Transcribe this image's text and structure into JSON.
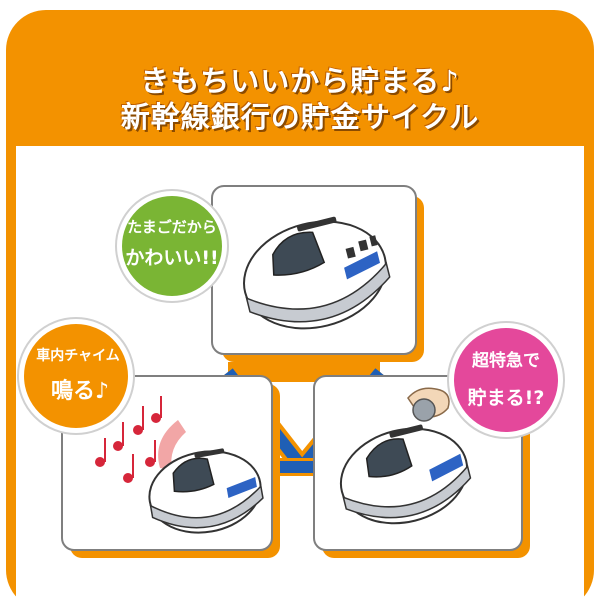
{
  "header": {
    "line1": "きもちいいから貯まる♪",
    "line2": "新幹線銀行の貯金サイクル"
  },
  "badges": {
    "green": {
      "line1": "たまごだから",
      "line2": "かわいい!!"
    },
    "orange": {
      "line1": "車内チャイム",
      "line2": "鳴る♪"
    },
    "pink": {
      "line1": "超特急で",
      "line2": "貯まる!?"
    }
  },
  "colors": {
    "frame_orange": "#f39200",
    "connector_blue": "#1f5fb5",
    "green_badge": "#7ab534",
    "orange_badge": "#f39200",
    "pink_badge": "#e4489b"
  }
}
